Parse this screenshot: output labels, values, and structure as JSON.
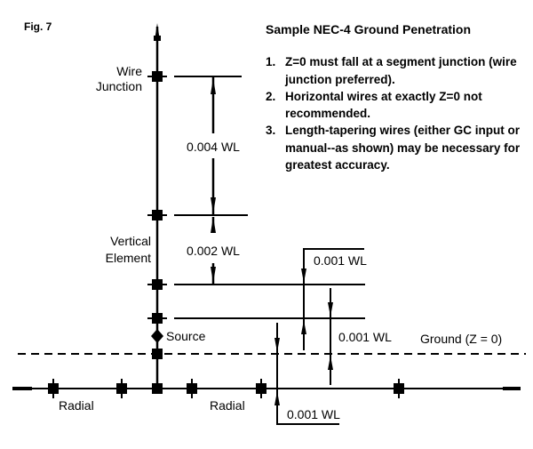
{
  "figure_label": "Fig. 7",
  "title": "Sample NEC-4 Ground Penetration",
  "notes": [
    {
      "num": "1.",
      "text": "Z=0 must fall at a segment junction (wire junction preferred)."
    },
    {
      "num": "2.",
      "text": "Horizontal wires at exactly Z=0 not recommended."
    },
    {
      "num": "3.",
      "text": "Length-tapering wires (either GC input or manual--as shown) may be necessary for greatest accuracy."
    }
  ],
  "labels": {
    "wire_junction_line1": "Wire",
    "wire_junction_line2": "Junction",
    "vertical_element_line1": "Vertical",
    "vertical_element_line2": "Element",
    "source": "Source",
    "ground": "Ground (Z = 0)",
    "radial_left": "Radial",
    "radial_right": "Radial"
  },
  "dimensions": {
    "upper_segment": "0.004 WL",
    "middle_segment": "0.002 WL",
    "small_top": "0.001 WL",
    "small_middle": "0.001 WL",
    "small_bottom": "0.001 WL"
  }
}
